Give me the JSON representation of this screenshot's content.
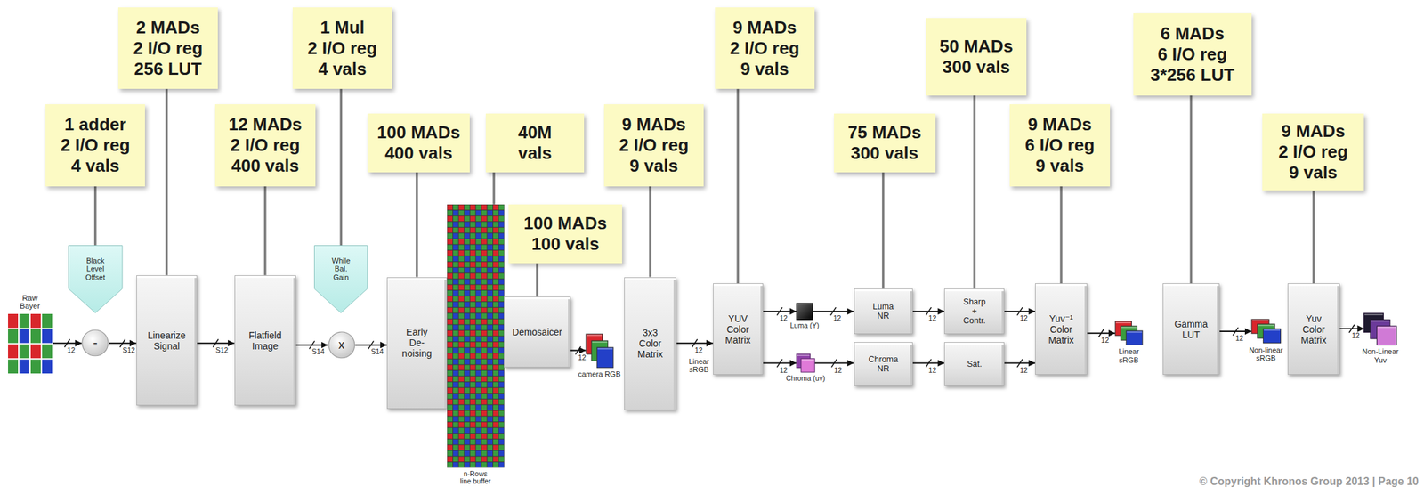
{
  "diagram": {
    "nodes": [
      {
        "text": [
          "Raw Bayer"
        ]
      },
      {
        "text": [
          "Black Level Offset"
        ]
      },
      {
        "text": [
          "-"
        ]
      },
      {
        "text": [
          "Linearize Signal"
        ]
      },
      {
        "text": [
          "Flatfield Image"
        ]
      },
      {
        "text": [
          "While Bal. Gain"
        ]
      },
      {
        "text": [
          "x"
        ]
      },
      {
        "text": [
          "Early De-noising"
        ]
      },
      {
        "text": [
          "n-Rows line buffer"
        ]
      },
      {
        "text": [
          "Demosaicer"
        ]
      },
      {
        "text": [
          "camera RGB"
        ]
      },
      {
        "text": [
          "3x3 Color Matrix"
        ]
      },
      {
        "text": [
          "YUV Color Matrix"
        ]
      },
      {
        "text": [
          "Luma (Y)"
        ]
      },
      {
        "text": [
          "Chroma (uv)"
        ]
      },
      {
        "text": [
          "Luma NR"
        ]
      },
      {
        "text": [
          "Chroma NR"
        ]
      },
      {
        "text": [
          "Sharp + Contr."
        ]
      },
      {
        "text": [
          "Sat."
        ]
      },
      {
        "text": [
          "Yuv⁻¹ Color Matrix"
        ]
      },
      {
        "text": [
          "Linear sRGB"
        ]
      },
      {
        "text": [
          "Gamma LUT"
        ]
      },
      {
        "text": [
          "Non-linear sRGB"
        ]
      },
      {
        "text": [
          "Yuv Color Matrix"
        ]
      },
      {
        "text": [
          "Non-Linear Yuv"
        ]
      },
      {
        "text": [
          "1 adder",
          "2 I/O reg",
          "4 vals"
        ]
      },
      {
        "text": [
          "2 MADs",
          "2 I/O reg",
          "256 LUT"
        ]
      },
      {
        "text": [
          "12 MADs",
          "2 I/O reg",
          "400 vals"
        ]
      },
      {
        "text": [
          "1 Mul",
          "2 I/O reg",
          "4 vals"
        ]
      },
      {
        "text": [
          "100 MADs",
          "400 vals"
        ]
      },
      {
        "text": [
          "40M",
          "vals"
        ]
      },
      {
        "text": [
          "100 MADs",
          "100 vals"
        ]
      },
      {
        "text": [
          "9 MADs",
          "2 I/O reg",
          "9 vals"
        ]
      },
      {
        "text": [
          "9 MADs",
          "2 I/O reg",
          "9 vals"
        ]
      },
      {
        "text": [
          "75 MADs",
          "300 vals"
        ]
      },
      {
        "text": [
          "50 MADs",
          "300 vals"
        ]
      },
      {
        "text": [
          "9 MADs",
          "6 I/O reg",
          "9 vals"
        ]
      },
      {
        "text": [
          "6 MADs",
          "6 I/O reg",
          "3*256 LUT"
        ]
      },
      {
        "text": [
          "9 MADs",
          "2 I/O reg",
          "9 vals"
        ]
      }
    ],
    "edges": [
      {
        "from": 0,
        "to": 2,
        "arrow": "to",
        "label": "12"
      },
      {
        "from": 2,
        "to": 3,
        "arrow": "to",
        "label": "S12"
      },
      {
        "from": 3,
        "to": 4,
        "arrow": "to",
        "label": "S12"
      },
      {
        "from": 4,
        "to": 6,
        "arrow": "to",
        "label": "S14"
      },
      {
        "from": 6,
        "to": 7,
        "arrow": "to",
        "label": "S14"
      },
      {
        "from": 9,
        "to": 10,
        "arrow": "to",
        "label": "12"
      },
      {
        "from": 11,
        "to": 12,
        "arrow": "to",
        "label": "12"
      },
      {
        "from": 12,
        "to": 13,
        "arrow": "to",
        "label": "12"
      },
      {
        "from": 12,
        "to": 14,
        "arrow": "to",
        "label": "12"
      },
      {
        "from": 13,
        "to": 15,
        "arrow": "to",
        "label": "12"
      },
      {
        "from": 14,
        "to": 16,
        "arrow": "to",
        "label": "12"
      },
      {
        "from": 15,
        "to": 17,
        "arrow": "to",
        "label": "12"
      },
      {
        "from": 16,
        "to": 18,
        "arrow": "to",
        "label": "12"
      },
      {
        "from": 17,
        "to": 19,
        "arrow": "to",
        "label": "12"
      },
      {
        "from": 18,
        "to": 19,
        "arrow": "to",
        "label": "12"
      },
      {
        "from": 19,
        "to": 20,
        "arrow": "to",
        "label": "12"
      },
      {
        "from": 21,
        "to": 22,
        "arrow": "to",
        "label": "12"
      },
      {
        "from": 23,
        "to": 24,
        "arrow": "to",
        "label": "12"
      },
      {
        "from": 25,
        "to": 1,
        "arrow": "none"
      },
      {
        "from": 26,
        "to": 3,
        "arrow": "none"
      },
      {
        "from": 27,
        "to": 4,
        "arrow": "none"
      },
      {
        "from": 28,
        "to": 5,
        "arrow": "none"
      },
      {
        "from": 29,
        "to": 7,
        "arrow": "none"
      },
      {
        "from": 30,
        "to": 8,
        "arrow": "none"
      },
      {
        "from": 31,
        "to": 9,
        "arrow": "none"
      },
      {
        "from": 32,
        "to": 11,
        "arrow": "none"
      },
      {
        "from": 33,
        "to": 12,
        "arrow": "none"
      },
      {
        "from": 34,
        "to": 15,
        "arrow": "none"
      },
      {
        "from": 35,
        "to": 17,
        "arrow": "none"
      },
      {
        "from": 36,
        "to": 19,
        "arrow": "none"
      },
      {
        "from": 37,
        "to": 21,
        "arrow": "none"
      },
      {
        "from": 38,
        "to": 23,
        "arrow": "none"
      }
    ],
    "labels": [
      "Linear sRGB",
      "© Copyright Khronos Group 2013 | Page 10"
    ]
  }
}
